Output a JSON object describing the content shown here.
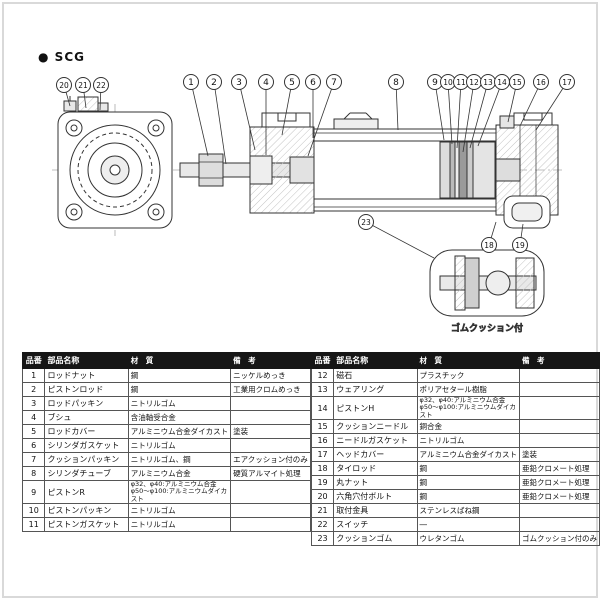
{
  "header": {
    "series_label": "SCG"
  },
  "drawing": {
    "detail_label": "ゴムクッション付",
    "callouts": [
      "1",
      "2",
      "3",
      "4",
      "5",
      "6",
      "7",
      "8",
      "9",
      "10",
      "11",
      "12",
      "13",
      "14",
      "15",
      "16",
      "17",
      "18",
      "19",
      "20",
      "21",
      "22",
      "23"
    ]
  },
  "parts_table": {
    "headers": [
      "品番",
      "部品名称",
      "材　質",
      "備　考"
    ],
    "left_rows": [
      {
        "no": "1",
        "name": "ロッドナット",
        "material": "鋼",
        "note": "ニッケルめっき"
      },
      {
        "no": "2",
        "name": "ピストンロッド",
        "material": "鋼",
        "note": "工業用クロムめっき"
      },
      {
        "no": "3",
        "name": "ロッドパッキン",
        "material": "ニトリルゴム",
        "note": ""
      },
      {
        "no": "4",
        "name": "ブシュ",
        "material": "含油軸受合金",
        "note": ""
      },
      {
        "no": "5",
        "name": "ロッドカバー",
        "material": "アルミニウム合金ダイカスト",
        "note": "塗装"
      },
      {
        "no": "6",
        "name": "シリンダガスケット",
        "material": "ニトリルゴム",
        "note": ""
      },
      {
        "no": "7",
        "name": "クッションパッキン",
        "material": "ニトリルゴム、鋼",
        "note": "エアクッション付のみ"
      },
      {
        "no": "8",
        "name": "シリンダチューブ",
        "material": "アルミニウム合金",
        "note": "硬質アルマイト処理"
      },
      {
        "no": "9",
        "name": "ピストンR",
        "material": "φ32、φ40:アルミニウム合金\nφ50〜φ100:アルミニウムダイカスト",
        "note": ""
      },
      {
        "no": "10",
        "name": "ピストンパッキン",
        "material": "ニトリルゴム",
        "note": ""
      },
      {
        "no": "11",
        "name": "ピストンガスケット",
        "material": "ニトリルゴム",
        "note": ""
      }
    ],
    "right_rows": [
      {
        "no": "12",
        "name": "磁石",
        "material": "プラスチック",
        "note": ""
      },
      {
        "no": "13",
        "name": "ウェアリング",
        "material": "ポリアセタール樹脂",
        "note": ""
      },
      {
        "no": "14",
        "name": "ピストンH",
        "material": "φ32、φ40:アルミニウム合金\nφ50〜φ100:アルミニウムダイカスト",
        "note": ""
      },
      {
        "no": "15",
        "name": "クッションニードル",
        "material": "銅合金",
        "note": ""
      },
      {
        "no": "16",
        "name": "ニードルガスケット",
        "material": "ニトリルゴム",
        "note": ""
      },
      {
        "no": "17",
        "name": "ヘッドカバー",
        "material": "アルミニウム合金ダイカスト",
        "note": "塗装"
      },
      {
        "no": "18",
        "name": "タイロッド",
        "material": "鋼",
        "note": "亜鉛クロメート処理"
      },
      {
        "no": "19",
        "name": "丸ナット",
        "material": "鋼",
        "note": "亜鉛クロメート処理"
      },
      {
        "no": "20",
        "name": "六角穴付ボルト",
        "material": "鋼",
        "note": "亜鉛クロメート処理"
      },
      {
        "no": "21",
        "name": "取付金具",
        "material": "ステンレスばね鋼",
        "note": ""
      },
      {
        "no": "22",
        "name": "スイッチ",
        "material": "―",
        "note": ""
      },
      {
        "no": "23",
        "name": "クッションゴム",
        "material": "ウレタンゴム",
        "note": "ゴムクッション付のみ"
      }
    ]
  }
}
